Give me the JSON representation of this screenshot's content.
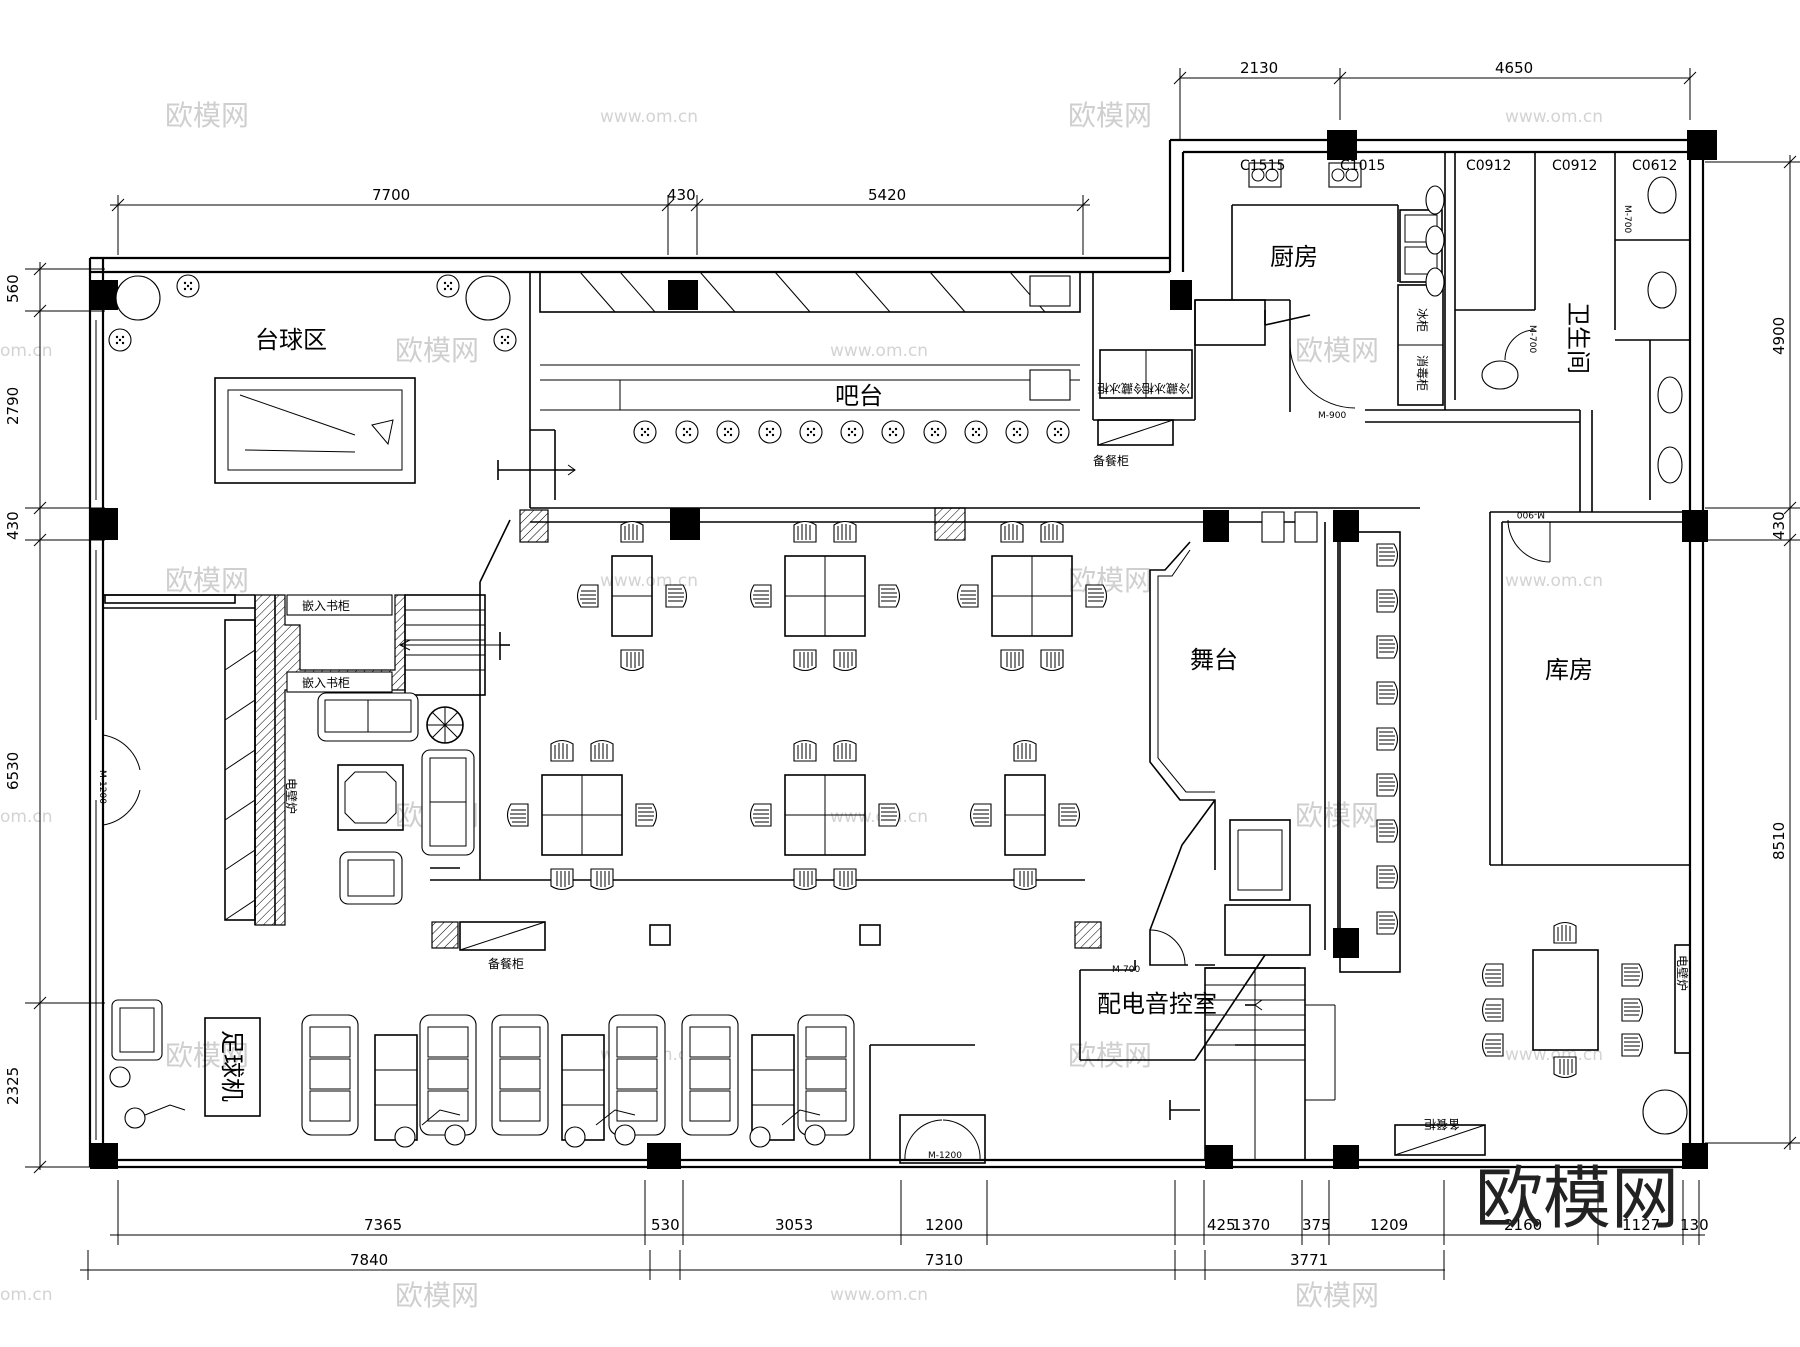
{
  "rooms": {
    "billiards": "台球区",
    "bar": "吧台",
    "kitchen": "厨房",
    "restroom": "卫生间",
    "stage": "舞台",
    "storage": "库房",
    "control_room": "配电音控室",
    "foosball": "足球机"
  },
  "fixtures": {
    "bookcase_top": "嵌入书柜",
    "bookcase_bottom": "嵌入书柜",
    "fireplace_left": "电壁炉",
    "fireplace_right": "电壁炉",
    "side_cabinet_bar": "备餐柜",
    "side_cabinet_lower": "备餐柜",
    "side_cabinet_storage": "备餐柜",
    "fridge_1": "冷藏冰柜",
    "fridge_2": "冷藏冰柜",
    "freezer": "冰柜",
    "disinfect": "消毒柜"
  },
  "window_codes": [
    "C1515",
    "C1015",
    "C0912",
    "C0912",
    "C0612"
  ],
  "door_codes": {
    "kitchen": "M-900",
    "left_entry": "M-1200",
    "main_entry": "M-1200",
    "control": "M-700",
    "storage": "M-900",
    "restroom_1": "M-700",
    "restroom_2": "M-700"
  },
  "dimensions": {
    "top_upper": [
      "2130",
      "4650"
    ],
    "top": [
      "7700",
      "430",
      "5420"
    ],
    "left": [
      "560",
      "2790",
      "430",
      "6530",
      "2325"
    ],
    "right": [
      "4900",
      "430",
      "8510"
    ],
    "bottom_1": [
      "7365",
      "530",
      "3053",
      "1200",
      "425",
      "1370",
      "375",
      "1209",
      "2160",
      "1127",
      "130"
    ],
    "bottom_2": [
      "7840",
      "7310",
      "3771"
    ]
  },
  "watermarks": {
    "brand": "欧模网",
    "url": "www.om.cn",
    "url_short": "om.cn",
    "logo": "欧模网"
  }
}
